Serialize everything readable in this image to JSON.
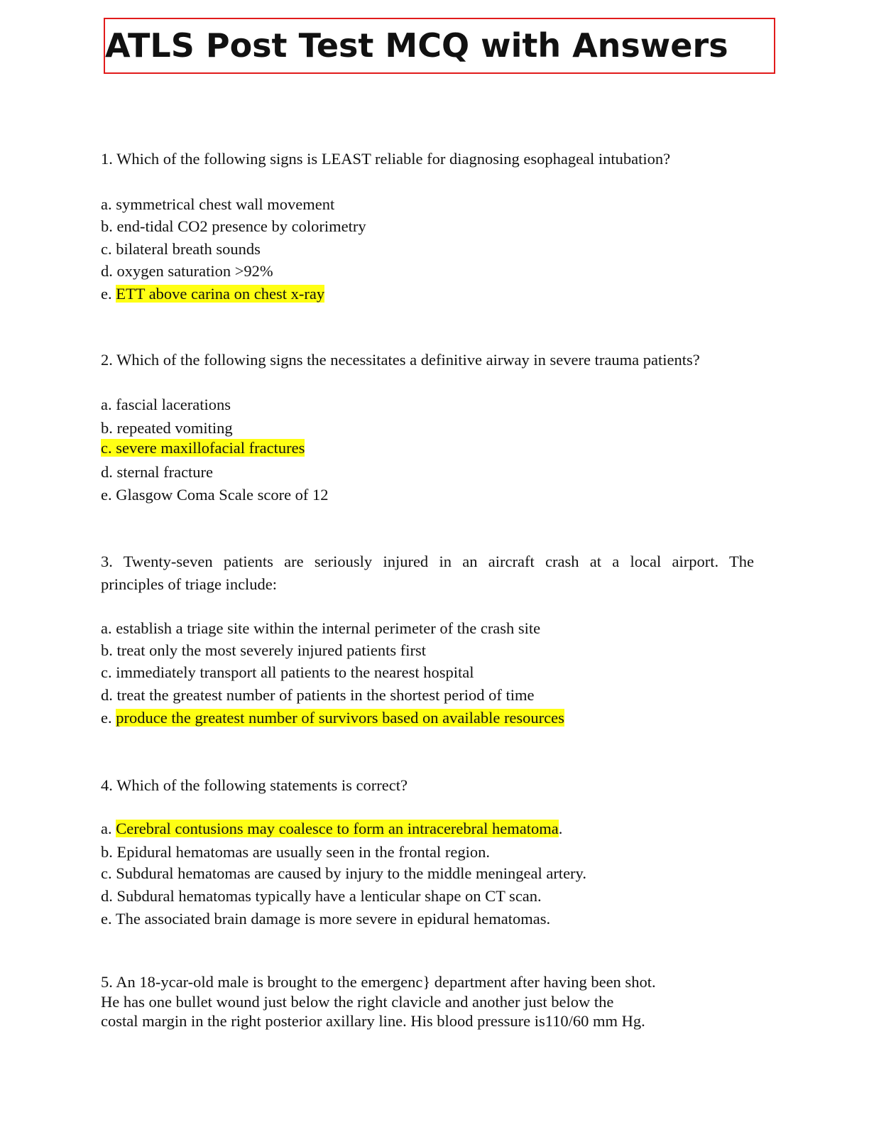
{
  "title": "ATLS Post Test MCQ with Answers",
  "questions": [
    {
      "stem": "1. Which of the following signs is LEAST reliable for diagnosing esophageal intubation?",
      "options": [
        {
          "prefix": "a. ",
          "text": "symmetrical chest wall movement",
          "suffix": ""
        },
        {
          "prefix": "b. ",
          "text": "end-tidal CO2 presence by colorimetry",
          "suffix": ""
        },
        {
          "prefix": "c. ",
          "text": "bilateral breath sounds",
          "suffix": ""
        },
        {
          "prefix": "d. ",
          "text": "oxygen saturation >92%",
          "suffix": ""
        },
        {
          "prefix": "e. ",
          "text": "ETT above carina on chest x-ray",
          "suffix": "",
          "highlighted": true
        }
      ]
    },
    {
      "stem": "2. Which of the following signs the necessitates a definitive airway in severe trauma patients?",
      "options": [
        {
          "prefix": "a. ",
          "text": "fascial lacerations",
          "suffix": ""
        },
        {
          "prefix": "b. ",
          "text": "repeated vomiting",
          "suffix": ""
        },
        {
          "prefix": "",
          "text": "c. severe maxillofacial fractures",
          "suffix": "",
          "highlighted": true
        },
        {
          "prefix": "d. ",
          "text": "sternal fracture",
          "suffix": ""
        },
        {
          "prefix": "e. ",
          "text": "Glasgow Coma Scale score of 12",
          "suffix": ""
        }
      ]
    },
    {
      "stem_line1": "3. Twenty-seven patients are seriously injured in an aircraft crash at a local airport. The",
      "stem_line2": "principles of triage include:",
      "options": [
        {
          "prefix": "a. ",
          "text": "establish a triage site within the internal perimeter of the crash site",
          "suffix": ""
        },
        {
          "prefix": "b. ",
          "text": "treat only the most severely injured patients first",
          "suffix": ""
        },
        {
          "prefix": "c. ",
          "text": "immediately transport all patients to the nearest hospital",
          "suffix": ""
        },
        {
          "prefix": "d. ",
          "text": "treat the greatest number of patients in the shortest period of time",
          "suffix": ""
        },
        {
          "prefix": "e. ",
          "text": "produce the greatest number of survivors based on available resources",
          "suffix": "",
          "highlighted": true
        }
      ]
    },
    {
      "stem": "4. Which of the following statements is correct?",
      "options": [
        {
          "prefix": "a. ",
          "text": "Cerebral contusions may coalesce to form an intracerebral hematoma",
          "suffix": ".",
          "highlighted": true
        },
        {
          "prefix": "b. ",
          "text": "Epidural hematomas are usually seen in the frontal region.",
          "suffix": ""
        },
        {
          "prefix": "c. ",
          "text": "Subdural hematomas are caused by injury to the middle meningeal artery.",
          "suffix": ""
        },
        {
          "prefix": "d. ",
          "text": "Subdural hematomas typically have a lenticular shape on CT scan.",
          "suffix": ""
        },
        {
          "prefix": "e. ",
          "text": "The associated brain damage is more severe in epidural hematomas.",
          "suffix": ""
        }
      ]
    },
    {
      "stem_lines": [
        "5. An 18-ycar-old male is brought to the emergenc} department after having been shot.",
        "He has one bullet wound just below the right clavicle and another just below the",
        "costal margin in the right posterior axillary line. His blood pressure is110/60 mm Hg."
      ]
    }
  ]
}
